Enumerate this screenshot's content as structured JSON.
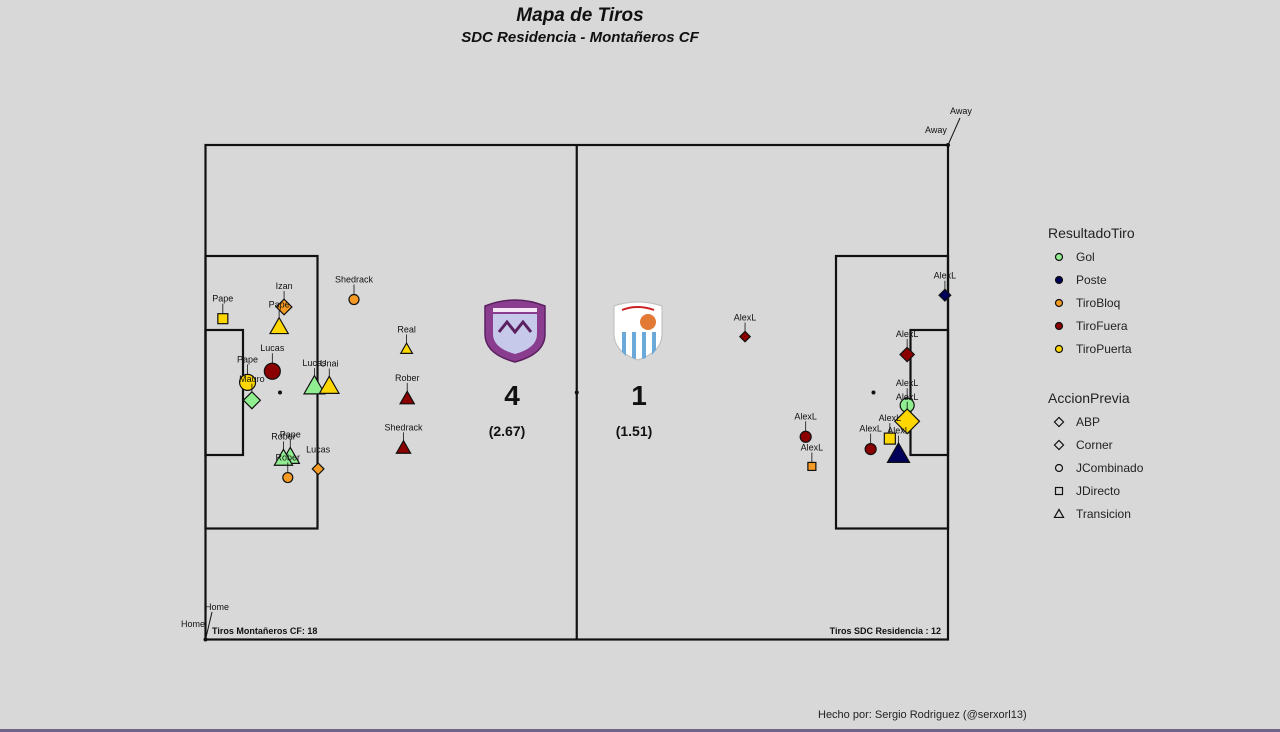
{
  "title": "Mapa de Tiros",
  "subtitle": "SDC Residencia - Montañeros CF",
  "credit": "Hecho por: Sergio Rodriguez (@serxorl13)",
  "home_score": "4",
  "home_xg": "(2.67)",
  "away_score": "1",
  "away_xg": "(1.51)",
  "home_shots_label": "Tiros Montañeros CF: 18",
  "away_shots_label": "Tiros SDC Residencia : 12",
  "corner_labels": {
    "home": "Home",
    "away": "Away"
  },
  "chart_data": {
    "type": "scatter",
    "title": "Mapa de Tiros",
    "subtitle": "SDC Residencia - Montañeros CF",
    "xlim": [
      0,
      120
    ],
    "ylim": [
      0,
      80
    ],
    "legend": {
      "placement": "right",
      "result_title": "ResultadoTiro",
      "results": [
        {
          "name": "Gol",
          "color": "#90ee90"
        },
        {
          "name": "Poste",
          "color": "#00005a"
        },
        {
          "name": "TiroBloq",
          "color": "#f59a23"
        },
        {
          "name": "TiroFuera",
          "color": "#8b0000"
        },
        {
          "name": "TiroPuerta",
          "color": "#ffd700"
        }
      ],
      "action_title": "AccionPrevia",
      "actions": [
        {
          "name": "ABP",
          "shape": "diamond"
        },
        {
          "name": "Corner",
          "shape": "diamond"
        },
        {
          "name": "JCombinado",
          "shape": "circle"
        },
        {
          "name": "JDirecto",
          "shape": "square"
        },
        {
          "name": "Transicion",
          "shape": "triangle"
        }
      ]
    },
    "shots": [
      {
        "player": "Pape",
        "x": 2.8,
        "y": 51.9,
        "result": "TiroPuerta",
        "action": "JDirecto",
        "size": 1
      },
      {
        "player": "Izan",
        "x": 12.7,
        "y": 53.8,
        "result": "TiroBloq",
        "action": "Corner",
        "size": 1.2
      },
      {
        "player": "Pape",
        "x": 11.9,
        "y": 50.6,
        "result": "TiroPuerta",
        "action": "Transicion",
        "size": 1.4
      },
      {
        "player": "Shedrack",
        "x": 24.0,
        "y": 55.0,
        "result": "TiroBloq",
        "action": "JCombinado",
        "size": 1
      },
      {
        "player": "Real",
        "x": 32.5,
        "y": 47.0,
        "result": "TiroPuerta",
        "action": "Transicion",
        "size": 0.9
      },
      {
        "player": "Lucas",
        "x": 10.8,
        "y": 43.4,
        "result": "TiroFuera",
        "action": "JCombinado",
        "size": 1.6
      },
      {
        "player": "Pape",
        "x": 6.8,
        "y": 41.6,
        "result": "TiroPuerta",
        "action": "JCombinado",
        "size": 1.6
      },
      {
        "player": "Mauro",
        "x": 7.5,
        "y": 38.7,
        "result": "Gol",
        "action": "Corner",
        "size": 1.3
      },
      {
        "player": "Lucas",
        "x": 17.6,
        "y": 41.0,
        "result": "Gol",
        "action": "Transicion",
        "size": 1.6
      },
      {
        "player": "Unai",
        "x": 20.0,
        "y": 41.0,
        "result": "TiroPuerta",
        "action": "Transicion",
        "size": 1.5
      },
      {
        "player": "Rober",
        "x": 32.6,
        "y": 39.0,
        "result": "TiroFuera",
        "action": "Transicion",
        "size": 1.1
      },
      {
        "player": "Shedrack",
        "x": 32.0,
        "y": 31.0,
        "result": "TiroFuera",
        "action": "Transicion",
        "size": 1.1
      },
      {
        "player": "Pape",
        "x": 13.7,
        "y": 29.6,
        "result": "Gol",
        "action": "Transicion",
        "size": 1.4
      },
      {
        "player": "Rober",
        "x": 12.6,
        "y": 29.3,
        "result": "Gol",
        "action": "Transicion",
        "size": 1.4
      },
      {
        "player": "Lucas",
        "x": 18.2,
        "y": 27.6,
        "result": "TiroBloq",
        "action": "Corner",
        "size": 0.9
      },
      {
        "player": "Rober",
        "x": 13.3,
        "y": 26.2,
        "result": "TiroBloq",
        "action": "JCombinado",
        "size": 1
      },
      {
        "player": "AlexL",
        "x": 87.2,
        "y": 49.0,
        "result": "TiroFuera",
        "action": "Corner",
        "size": 0.8
      },
      {
        "player": "AlexL",
        "x": 119.5,
        "y": 55.7,
        "result": "Poste",
        "action": "Corner",
        "size": 0.9
      },
      {
        "player": "AlexL",
        "x": 113.4,
        "y": 46.1,
        "result": "TiroFuera",
        "action": "Corner",
        "size": 1.1
      },
      {
        "player": "AlexL",
        "x": 113.4,
        "y": 37.9,
        "result": "Gol",
        "action": "JCombinado",
        "size": 1.4
      },
      {
        "player": "AlexL",
        "x": 113.4,
        "y": 35.3,
        "result": "TiroPuerta",
        "action": "Corner",
        "size": 1.9
      },
      {
        "player": "AlexL",
        "x": 110.6,
        "y": 32.5,
        "result": "TiroPuerta",
        "action": "JDirecto",
        "size": 1.1
      },
      {
        "player": "AlexL",
        "x": 112.0,
        "y": 30.0,
        "result": "Poste",
        "action": "Transicion",
        "size": 1.7
      },
      {
        "player": "AlexL",
        "x": 107.5,
        "y": 30.8,
        "result": "TiroFuera",
        "action": "JCombinado",
        "size": 1.1
      },
      {
        "player": "AlexL",
        "x": 97.0,
        "y": 32.8,
        "result": "TiroFuera",
        "action": "JCombinado",
        "size": 1.1
      },
      {
        "player": "AlexL",
        "x": 98.0,
        "y": 28.0,
        "result": "TiroBloq",
        "action": "JDirecto",
        "size": 0.8
      }
    ]
  }
}
